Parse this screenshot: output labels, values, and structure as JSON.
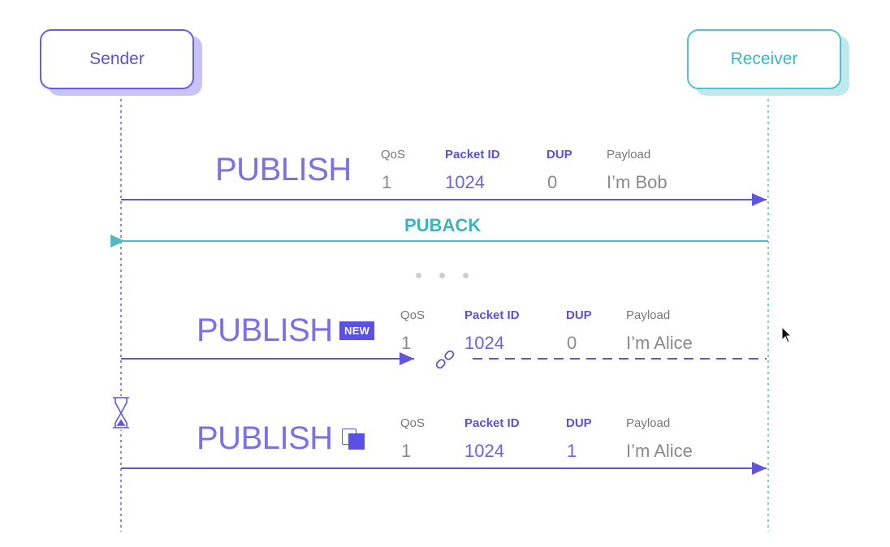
{
  "actors": {
    "sender": "Sender",
    "receiver": "Receiver"
  },
  "field_labels": {
    "qos": "QoS",
    "packet_id": "Packet ID",
    "dup": "DUP",
    "payload": "Payload"
  },
  "messages": [
    {
      "title": "PUBLISH",
      "qos": "1",
      "packet_id": "1024",
      "dup": "0",
      "payload": "I’m Bob"
    },
    {
      "title": "PUBLISH",
      "badge": "NEW",
      "qos": "1",
      "packet_id": "1024",
      "dup": "0",
      "payload": "I’m Alice"
    },
    {
      "title": "PUBLISH",
      "qos": "1",
      "packet_id": "1024",
      "dup": "1",
      "payload": "I’m Alice"
    }
  ],
  "ack": {
    "label": "PUBACK"
  },
  "icons": {
    "link_broken": "broken-link-icon",
    "timeout": "hourglass-icon",
    "duplicate": "duplicate-icon",
    "cursor": "mouse-cursor-icon"
  },
  "colors": {
    "sender": "#5b50dc",
    "receiver": "#3fb7bf",
    "publish_arrow": "#5f55df",
    "puback_arrow": "#4fbcc3",
    "field_header_grey": "#777777",
    "field_header_purple": "#5a50e0"
  }
}
